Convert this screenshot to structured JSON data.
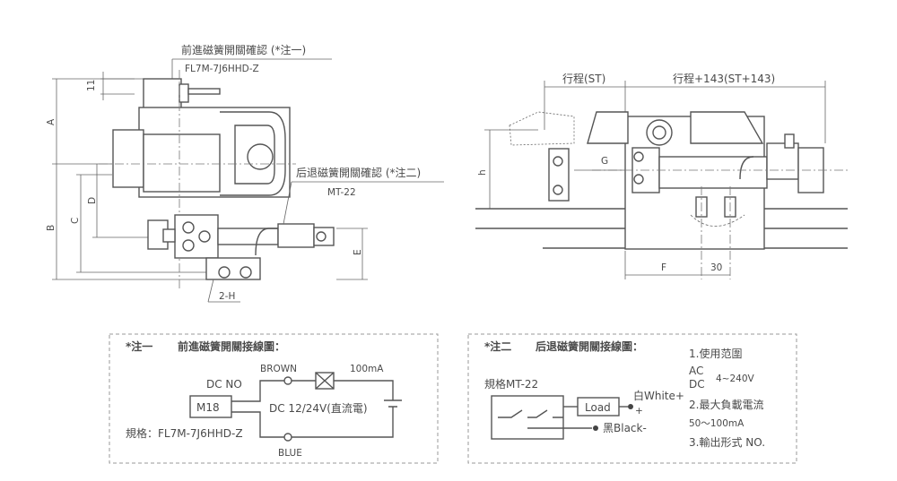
{
  "left_view": {
    "note1_title": "前進磁簧開關確認 (*注一)",
    "note1_model": "FL7M-7J6HHD-Z",
    "note2_title": "后退磁簧開關確認 (*注二)",
    "note2_model": "MT-22",
    "dim_11": "11",
    "dim_A": "A",
    "dim_B": "B",
    "dim_C": "C",
    "dim_D": "D",
    "dim_E": "E",
    "hole_label": "2-H"
  },
  "right_view": {
    "stroke_label": "行程(ST)",
    "stroke_plus_label": "行程+143(ST+143)",
    "dim_h": "h",
    "dim_G": "G",
    "dim_F": "F",
    "dim_30": "30"
  },
  "wiring1": {
    "title_note": "*注一",
    "title": "前進磁簧開關接線圖：",
    "dc_no": "DC NO",
    "m18": "M18",
    "brown": "BROWN",
    "current": "100mA",
    "dc_supply": "DC 12/24V(直流電)",
    "blue": "BLUE",
    "spec": "規格：FL7M-7J6HHD-Z"
  },
  "wiring2": {
    "title_note": "*注二",
    "title": "后退磁簧開關接線圖：",
    "spec": "規格MT-22",
    "load": "Load",
    "white": "白White+",
    "plus": "+",
    "black": "黑Black-",
    "spec1": "1.使用范圍",
    "ac": "AC",
    "dc": "DC",
    "voltage": "4~240V",
    "spec2": "2.最大負載電流",
    "current_range": "50～100mA",
    "spec3": "3.輸出形式 NO."
  }
}
